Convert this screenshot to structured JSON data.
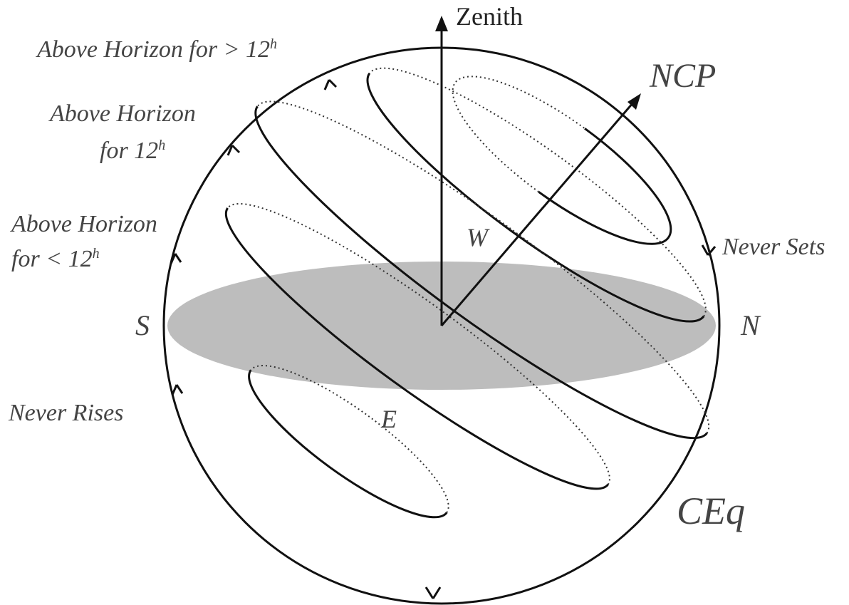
{
  "labels": {
    "zenith": "Zenith",
    "ncp": "NCP",
    "above_gt12_a": "Above Horizon for > 12",
    "above_gt12_sup": "h",
    "above_12_line1": "Above Horizon",
    "above_12_line2": "for 12",
    "above_12_sup": "h",
    "above_lt12_line1": "Above Horizon",
    "above_lt12_line2": "for < 12",
    "above_lt12_sup": "h",
    "never_sets": "Never Sets",
    "never_rises": "Never Rises",
    "south": "S",
    "north": "N",
    "west": "W",
    "east": "E",
    "celestial_equator": "CEq"
  },
  "colors": {
    "horizon_plane": "#bdbdbd",
    "lines": "#111111",
    "labels": "#444444"
  }
}
